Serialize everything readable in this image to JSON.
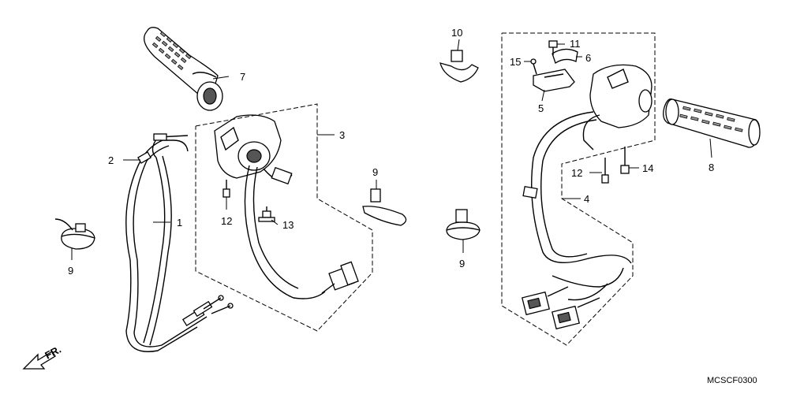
{
  "callouts": {
    "c1": "1",
    "c2": "2",
    "c3": "3",
    "c4": "4",
    "c5": "5",
    "c6": "6",
    "c7": "7",
    "c8": "8",
    "c9a": "9",
    "c9b": "9",
    "c9c": "9",
    "c10": "10",
    "c11": "11",
    "c12a": "12",
    "c12b": "12",
    "c13": "13",
    "c14": "14",
    "c15": "15"
  },
  "direction_marker": "FR.",
  "diagram_code": "MCSCF0300"
}
